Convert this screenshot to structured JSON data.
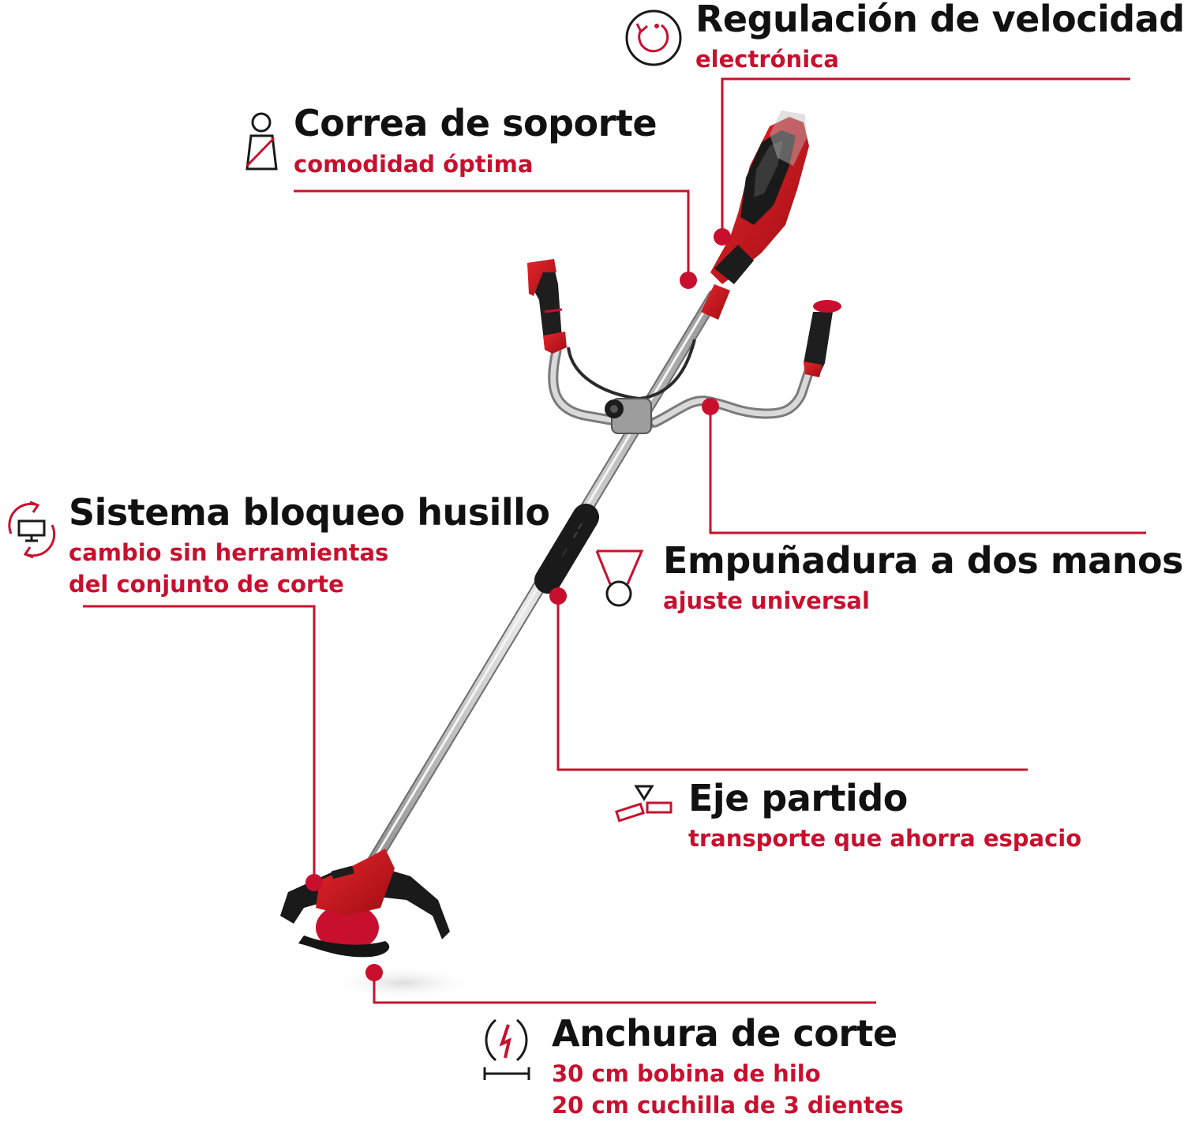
{
  "accent_color": "#c8102e",
  "features": {
    "speed": {
      "title": "Regulación de velocidad",
      "subtitle": "electrónica",
      "icon": "speed-regulation-icon"
    },
    "strap": {
      "title": "Correa de soporte",
      "subtitle": "comodidad óptima",
      "icon": "carrying-strap-icon"
    },
    "spindle": {
      "title": "Sistema bloqueo husillo",
      "subtitle_line1": "cambio sin herramientas",
      "subtitle_line2": "del conjunto de corte",
      "icon": "spindle-lock-icon"
    },
    "handle": {
      "title": "Empuñadura a dos manos",
      "subtitle": "ajuste universal",
      "icon": "two-hand-handle-icon"
    },
    "shaft": {
      "title": "Eje partido",
      "subtitle": "transporte que ahorra espacio",
      "icon": "split-shaft-icon"
    },
    "cut": {
      "title": "Anchura de corte",
      "subtitle_line1": "30 cm bobina de hilo",
      "subtitle_line2": "20 cm cuchilla de 3 dientes",
      "icon": "cutting-width-icon"
    }
  }
}
